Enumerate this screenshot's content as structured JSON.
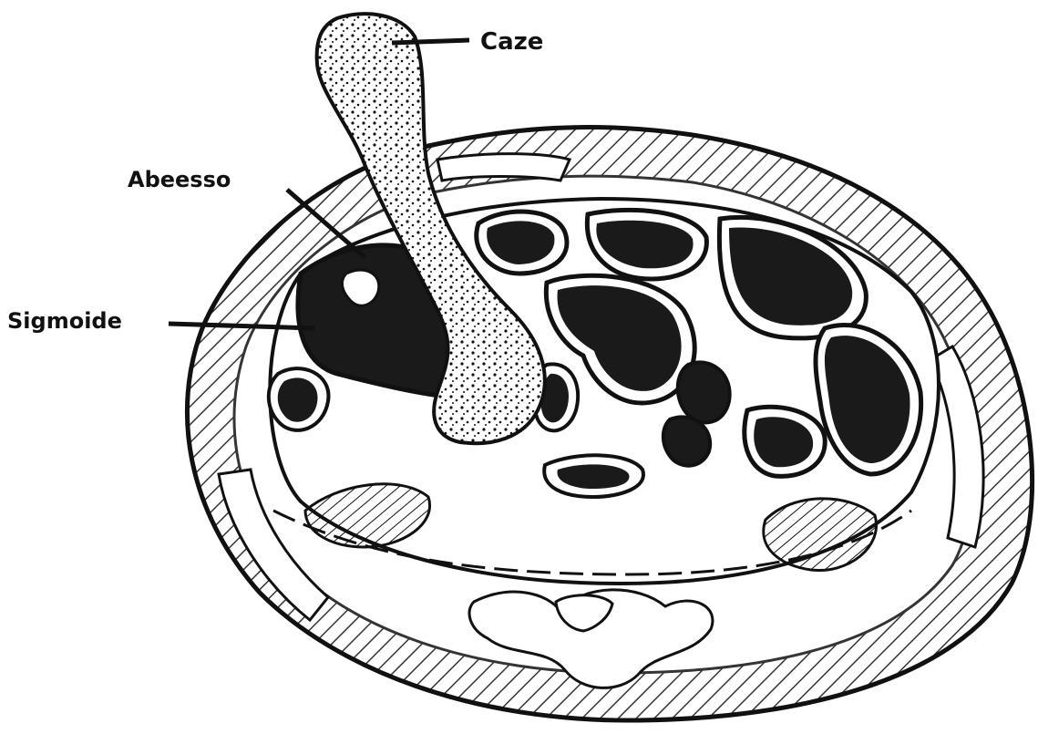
{
  "labels": {
    "gauze": "Caze",
    "abscess": "Abeesso",
    "sigmoid": "Sigmoide"
  },
  "colors": {
    "ink": "#111111",
    "paper": "#ffffff",
    "shadow": "#1a1a1a"
  },
  "icons": {
    "gauze": "gauze-strip-drawing",
    "abscess": "abscess-cavity-drawing",
    "bowel": "bowel-loops-drawing"
  }
}
